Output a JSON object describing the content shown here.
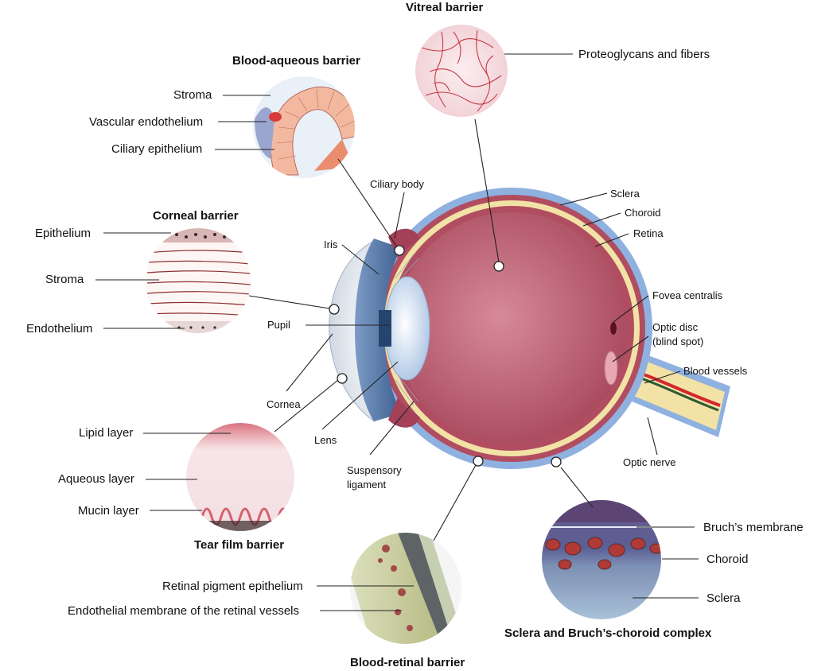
{
  "eye": {
    "labels": {
      "ciliary_body": "Ciliary body",
      "iris": "Iris",
      "pupil": "Pupil",
      "cornea": "Cornea",
      "lens": "Lens",
      "suspensory_ligament_1": "Suspensory",
      "suspensory_ligament_2": "ligament",
      "sclera": "Sclera",
      "choroid": "Choroid",
      "retina": "Retina",
      "fovea": "Fovea centralis",
      "optic_disc_1": "Optic disc",
      "optic_disc_2": "(blind spot)",
      "blood_vessels": "Blood vessels",
      "optic_nerve": "Optic nerve"
    }
  },
  "barriers": {
    "vitreal": {
      "title": "Vitreal barrier",
      "labels": [
        "Proteoglycans and fibers"
      ]
    },
    "blood_aqueous": {
      "title": "Blood-aqueous barrier",
      "labels": [
        "Stroma",
        "Vascular endothelium",
        "Ciliary epithelium"
      ]
    },
    "corneal": {
      "title": "Corneal barrier",
      "labels": [
        "Epithelium",
        "Stroma",
        "Endothelium"
      ]
    },
    "tear_film": {
      "title": "Tear film barrier",
      "labels": [
        "Lipid layer",
        "Aqueous layer",
        "Mucin layer"
      ]
    },
    "blood_retinal": {
      "title": "Blood-retinal barrier",
      "labels": [
        "Retinal pigment epithelium",
        "Endothelial membrane of the retinal vessels"
      ]
    },
    "sclera_bruch": {
      "title": "Sclera and Bruch’s-choroid complex",
      "labels": [
        "Bruch’s membrane",
        "Choroid",
        "Sclera"
      ]
    }
  },
  "colors": {
    "sclera": "#8fb1e0",
    "choroid_band": "#f2e2a6",
    "retina": "#b14d60",
    "vitreous": "#c46e7f",
    "cornea": "#dde6f1",
    "lens": "#cfe0f3",
    "optic_nerve": "#f2e2a6"
  }
}
